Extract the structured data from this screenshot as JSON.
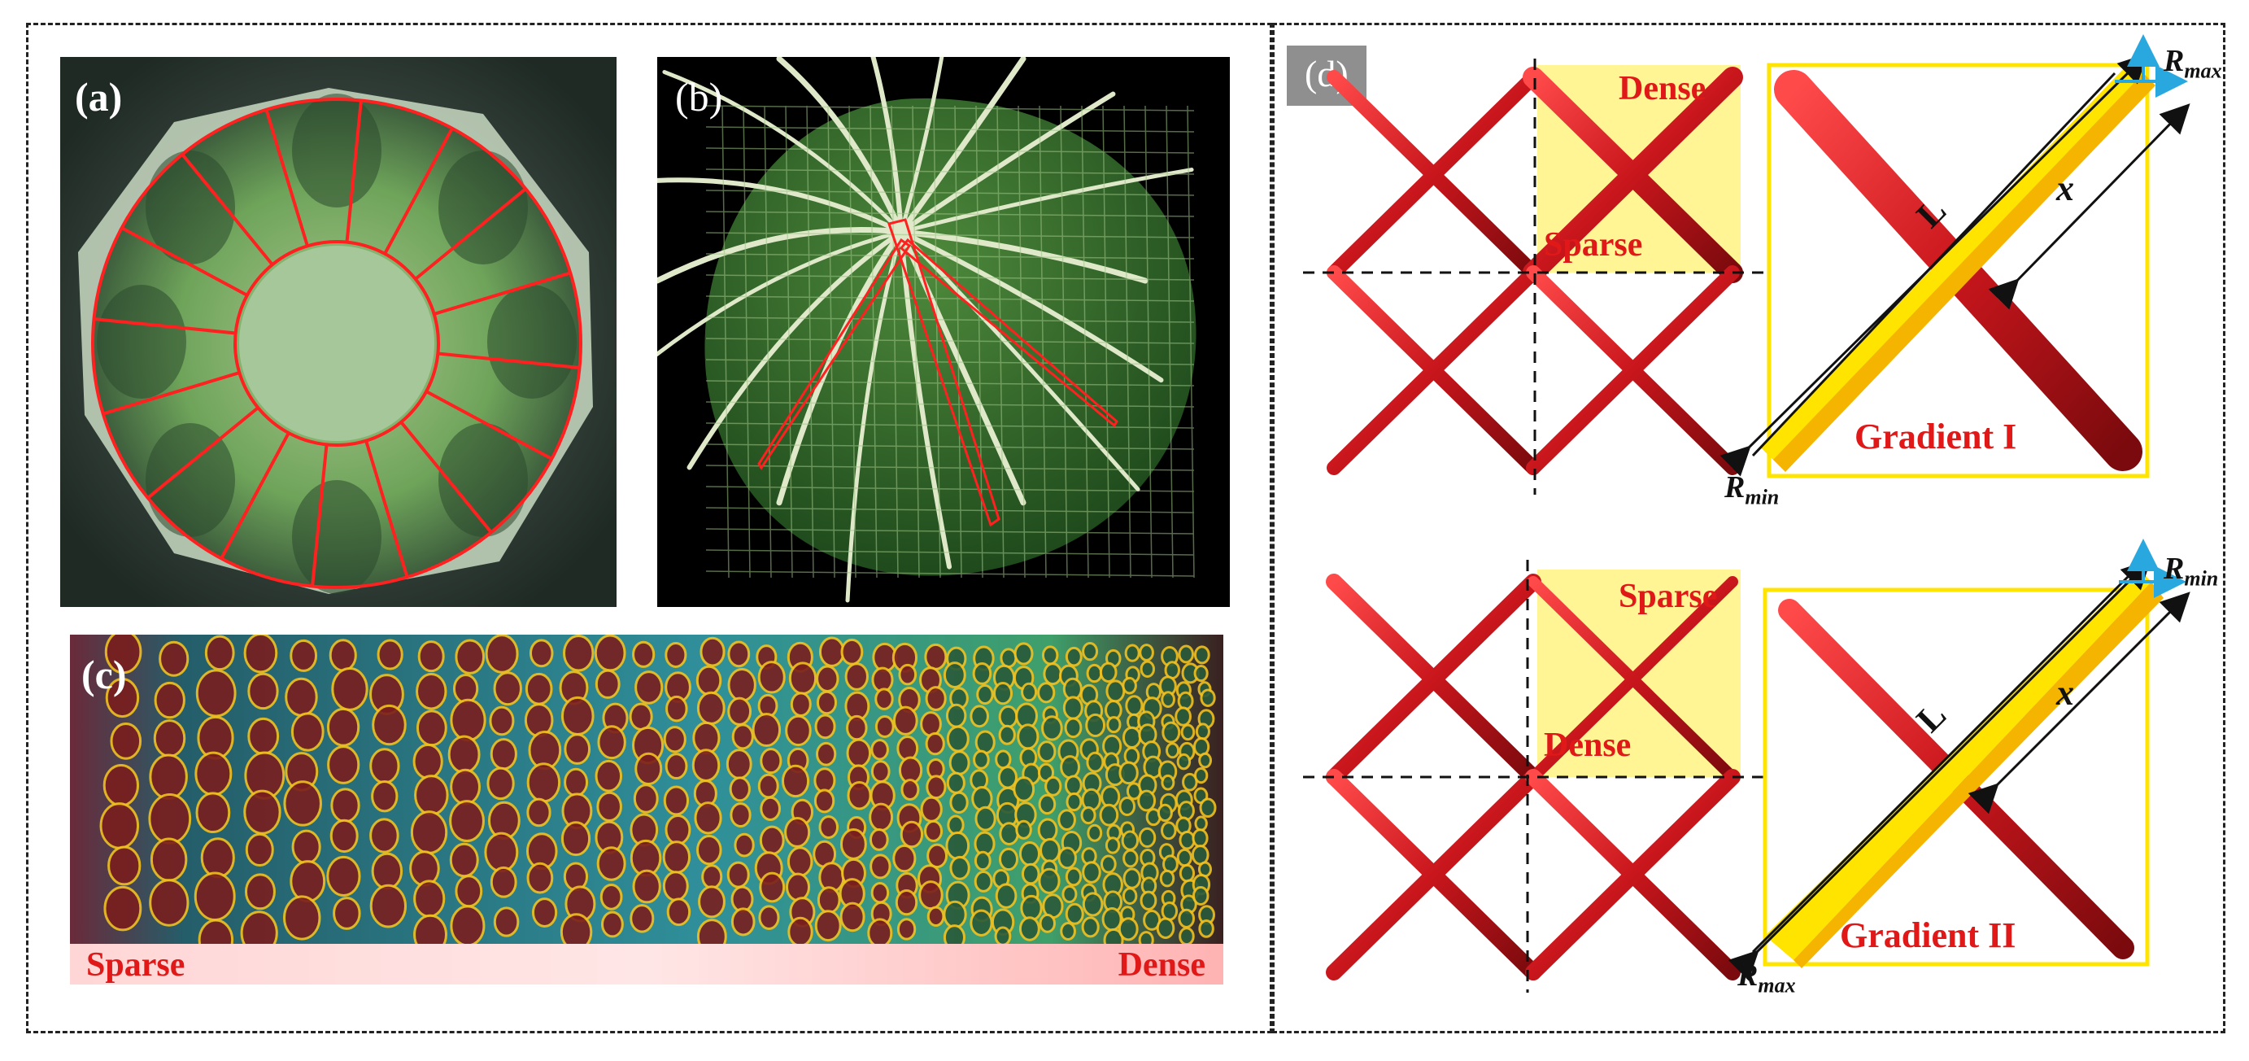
{
  "panels": {
    "a": {
      "tag": "(a)"
    },
    "b": {
      "tag": "(b)"
    },
    "c": {
      "tag": "(c)",
      "left_label": "Sparse",
      "right_label": "Dense"
    },
    "d": {
      "tag": "(d)",
      "top": {
        "dense": "Dense",
        "sparse": "Sparse",
        "L": "L",
        "x": "x",
        "r_top": "R",
        "r_top_sub": "max",
        "r_bottom": "R",
        "r_bottom_sub": "min",
        "gradient": "Gradient I"
      },
      "bottom": {
        "sparse": "Sparse",
        "dense": "Dense",
        "L": "L",
        "x": "x",
        "r_top": "R",
        "r_top_sub": "min",
        "r_bottom": "R",
        "r_bottom_sub": "max",
        "gradient": "Gradient II"
      }
    }
  },
  "colors": {
    "strut": "#c8161c",
    "strut_dark": "#8e0f13",
    "accent": "#e01818",
    "highlight": "#ffe97a",
    "gold": "#f5b400",
    "arrow": "#29a8e0"
  }
}
